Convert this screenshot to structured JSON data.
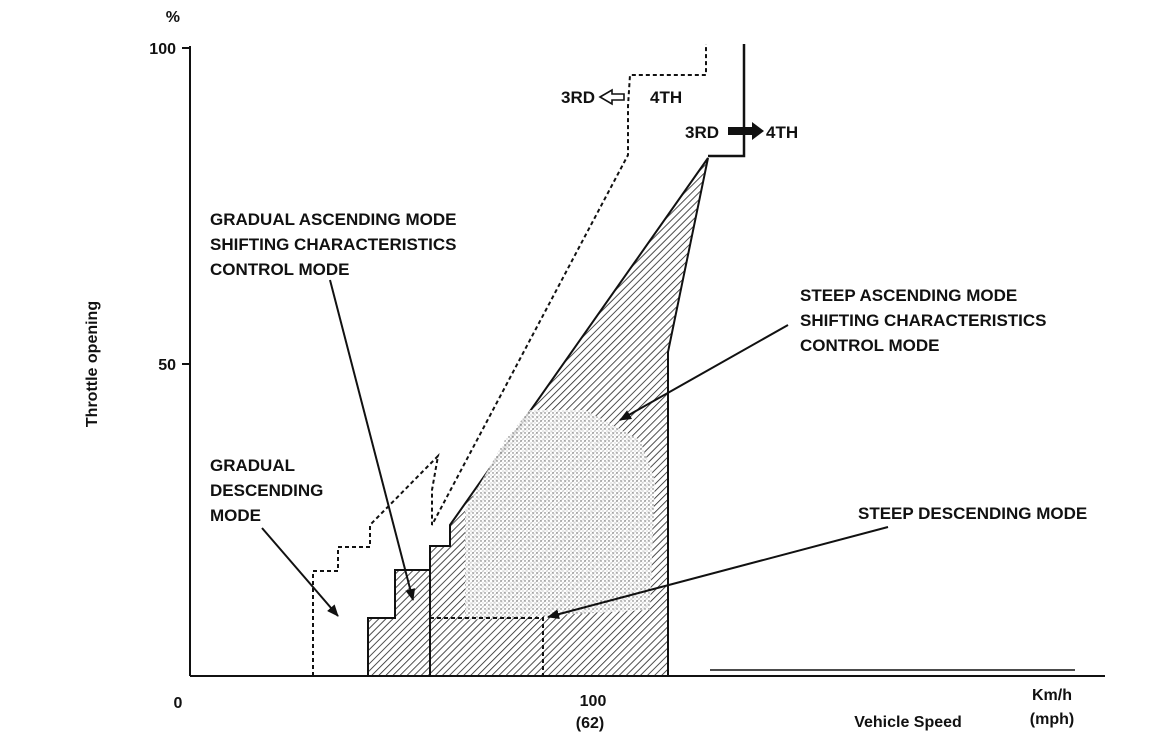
{
  "axes": {
    "y_unit": "%",
    "y_title": "Throttle opening",
    "y_ticks": [
      "100",
      "50",
      "0"
    ],
    "x_tick_100": "100",
    "x_tick_100_mph": "(62)",
    "x_unit": "Km/h",
    "x_unit_mph": "(mph)",
    "x_title": "Vehicle Speed"
  },
  "shift_lines": {
    "downshift_from": "3RD",
    "downshift_to": "4TH",
    "upshift_from": "3RD",
    "upshift_to": "4TH"
  },
  "annotations": {
    "gradual_ascending": [
      "GRADUAL ASCENDING MODE",
      "SHIFTING CHARACTERISTICS",
      "CONTROL MODE"
    ],
    "steep_ascending": [
      "STEEP ASCENDING MODE",
      "SHIFTING CHARACTERISTICS",
      "CONTROL MODE"
    ],
    "gradual_descending": [
      "GRADUAL",
      "DESCENDING",
      "MODE"
    ],
    "steep_descending": "STEEP DESCENDING MODE"
  }
}
